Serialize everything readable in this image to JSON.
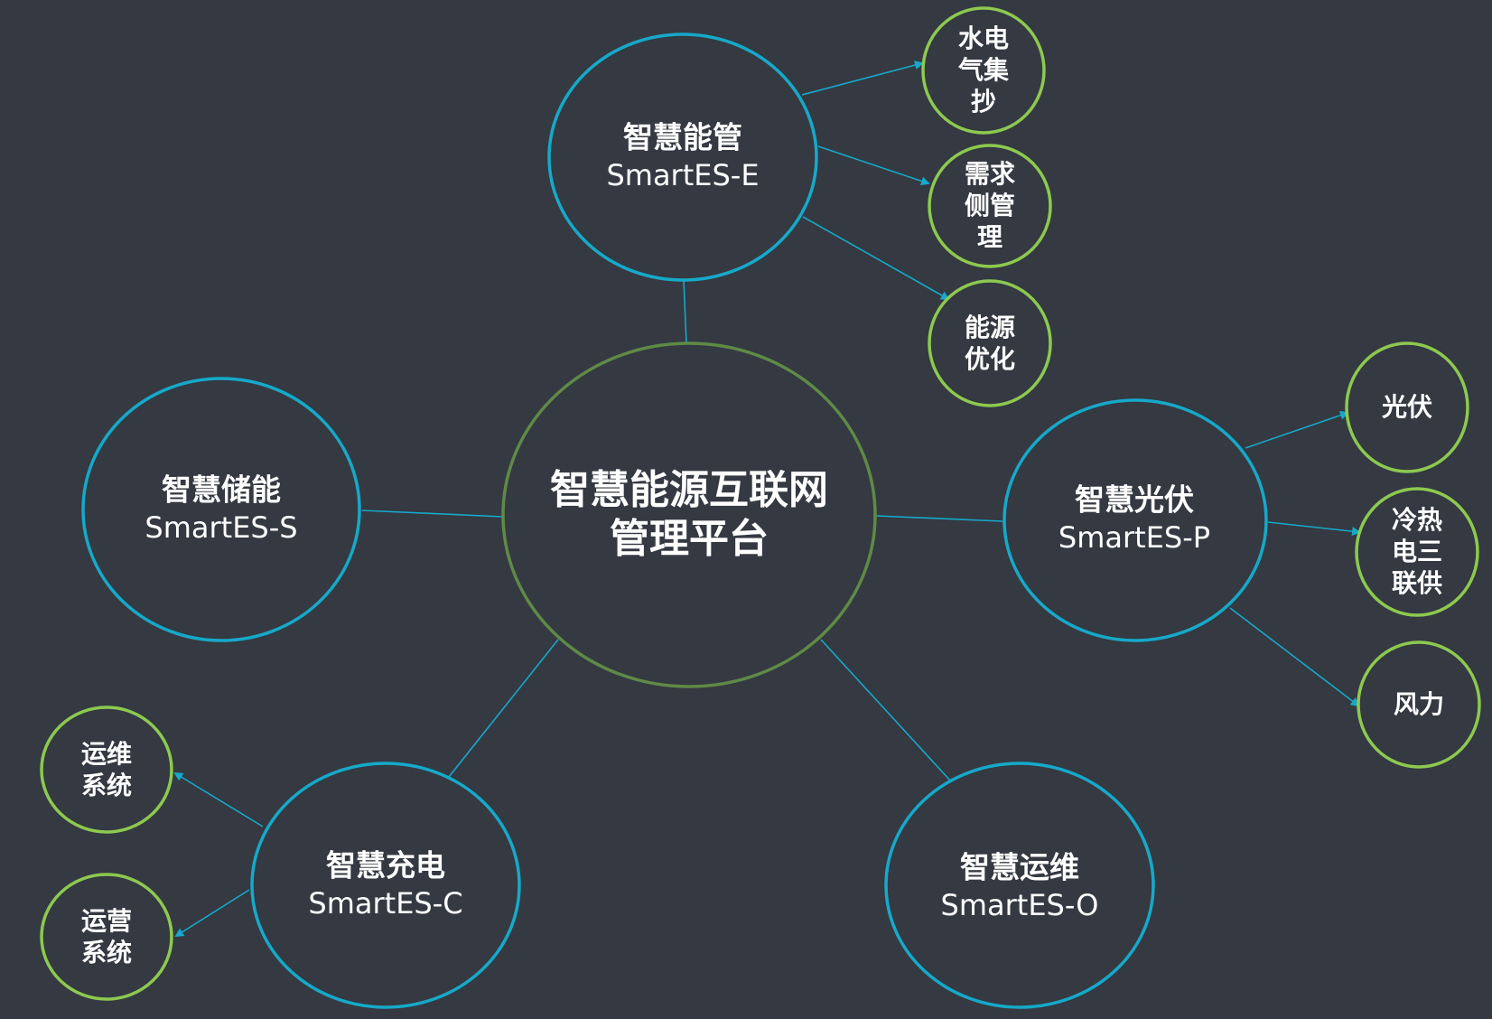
{
  "colors": {
    "background": "#343942",
    "module_ring": "#16a9c9",
    "leaf_ring": "#8dc94f",
    "center_ring": "#5f8a46",
    "connector": "#16a9c9",
    "text": "#ffffff"
  },
  "center": {
    "line1": "智慧能源互联网",
    "line2": "管理平台"
  },
  "modules": {
    "energy_management": {
      "name": "智慧能管",
      "code": "SmartES-E"
    },
    "storage": {
      "name": "智慧储能",
      "code": "SmartES-S"
    },
    "photovoltaic": {
      "name": "智慧光伏",
      "code": "SmartES-P"
    },
    "charging": {
      "name": "智慧充电",
      "code": "SmartES-C"
    },
    "operations": {
      "name": "智慧运维",
      "code": "SmartES-O"
    }
  },
  "leaves": {
    "utility_metering": [
      "水电",
      "气集",
      "抄"
    ],
    "demand_side": [
      "需求",
      "侧管",
      "理"
    ],
    "energy_optimization": [
      "能源",
      "优化"
    ],
    "pv": [
      "光伏"
    ],
    "cchp": [
      "冷热",
      "电三",
      "联供"
    ],
    "wind": [
      "风力"
    ],
    "om_system": [
      "运维",
      "系统"
    ],
    "operation_system": [
      "运营",
      "系统"
    ]
  }
}
